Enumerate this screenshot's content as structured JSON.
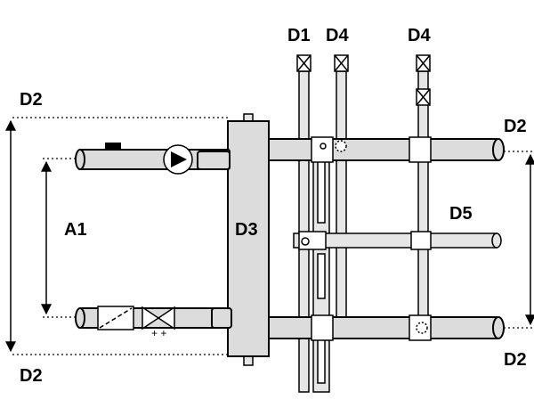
{
  "labels": {
    "d1": "D1",
    "d4_left": "D4",
    "d4_right": "D4",
    "d2_top_left": "D2",
    "d2_bottom_left": "D2",
    "d2_top_right": "D2",
    "d2_bottom_right": "D2",
    "a1": "A1",
    "d3": "D3",
    "d5": "D5"
  },
  "colors": {
    "stroke": "#000000",
    "pipe_fill": "#dcdcdc",
    "background": "#ffffff"
  }
}
